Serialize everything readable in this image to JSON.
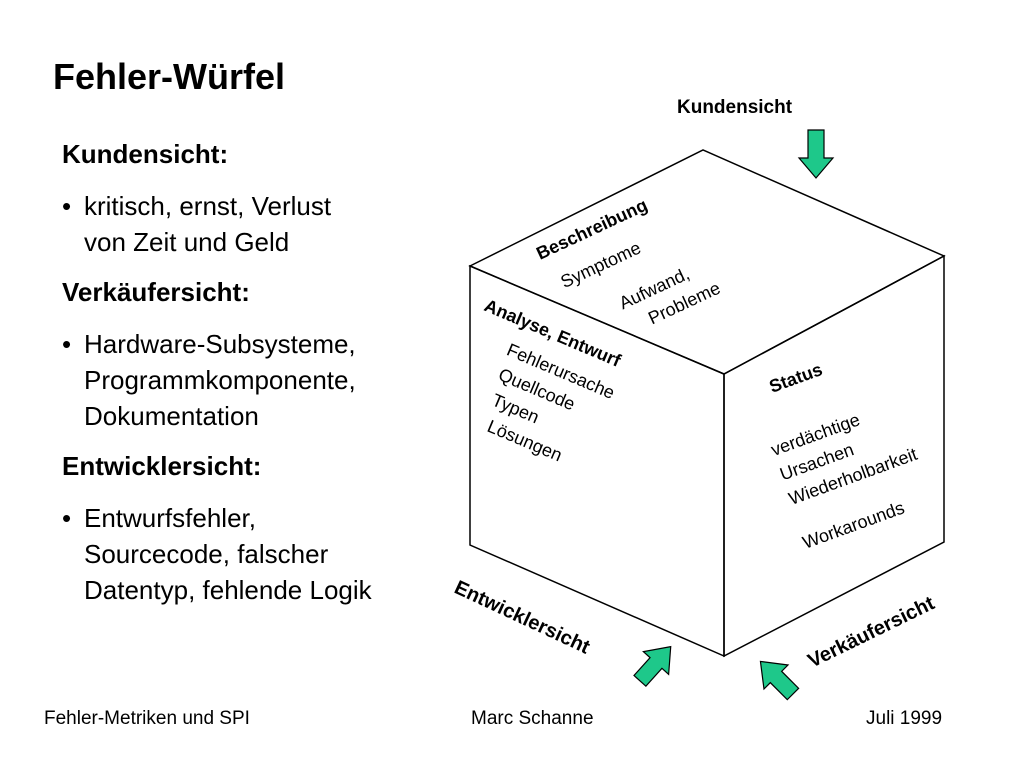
{
  "slide": {
    "title": "Fehler-Würfel",
    "sections": [
      {
        "heading": "Kundensicht:",
        "bullet_lines": [
          "kritisch, ernst, Verlust",
          "von Zeit und Geld"
        ]
      },
      {
        "heading": "Verkäufersicht:",
        "bullet_lines": [
          "Hardware-Subsysteme,",
          "Programmkomponente,",
          "Dokumentation"
        ]
      },
      {
        "heading": "Entwicklersicht:",
        "bullet_lines": [
          "Entwurfsfehler,",
          "Sourcecode, falscher",
          "Datentyp, fehlende Logik"
        ]
      }
    ]
  },
  "cube": {
    "top_label": "Kundensicht",
    "top_face": {
      "heading": "Beschreibung",
      "items": [
        "Symptome",
        "Aufwand,",
        "Probleme"
      ]
    },
    "left_face": {
      "heading": "Analyse, Entwurf",
      "items": [
        "Fehlerursache",
        "Quellcode",
        "Typen",
        "Lösungen"
      ]
    },
    "right_face": {
      "heading": "Status",
      "items": [
        "verdächtige",
        "Ursachen",
        "Wiederholbarkeit",
        "Workarounds"
      ]
    },
    "left_label": "Entwicklersicht",
    "right_label": "Verkäufersicht",
    "arrow_color": "#1ec88a"
  },
  "footer": {
    "left": "Fehler-Metriken und SPI",
    "center": "Marc Schanne",
    "right": "Juli 1999"
  }
}
